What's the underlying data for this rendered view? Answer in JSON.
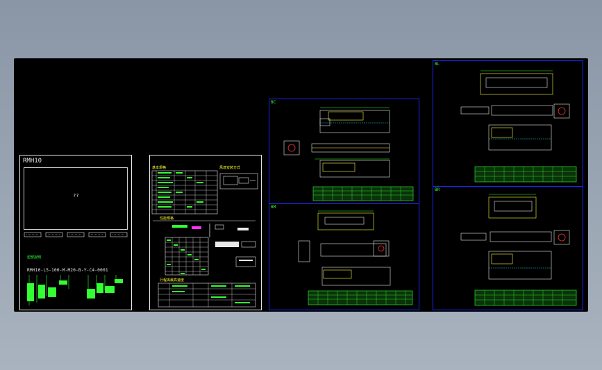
{
  "sheet1": {
    "title": "RMH10",
    "center_text": "??",
    "code_title": "型號說明",
    "model_code": "RMH10-L5-100-M-M20-B-Y-C4-0001"
  },
  "sheet2": {
    "title": "基本規格",
    "motor_title": "馬達安裝方式",
    "table_title": "性能規格",
    "bottom_title": "行程與最高速度"
  },
  "sheet3": {
    "top_label": "BC",
    "bottom_label": "BM"
  },
  "sheet4": {
    "top_label": "BL",
    "bottom_label": "BR"
  },
  "colors": {
    "background": "#000000",
    "frame": "#e8e8e8",
    "blue_frame": "#1a2aff",
    "yellow": "#ffff33",
    "green": "#33ff33",
    "cyan": "#33ffff",
    "red": "#ff3333"
  }
}
